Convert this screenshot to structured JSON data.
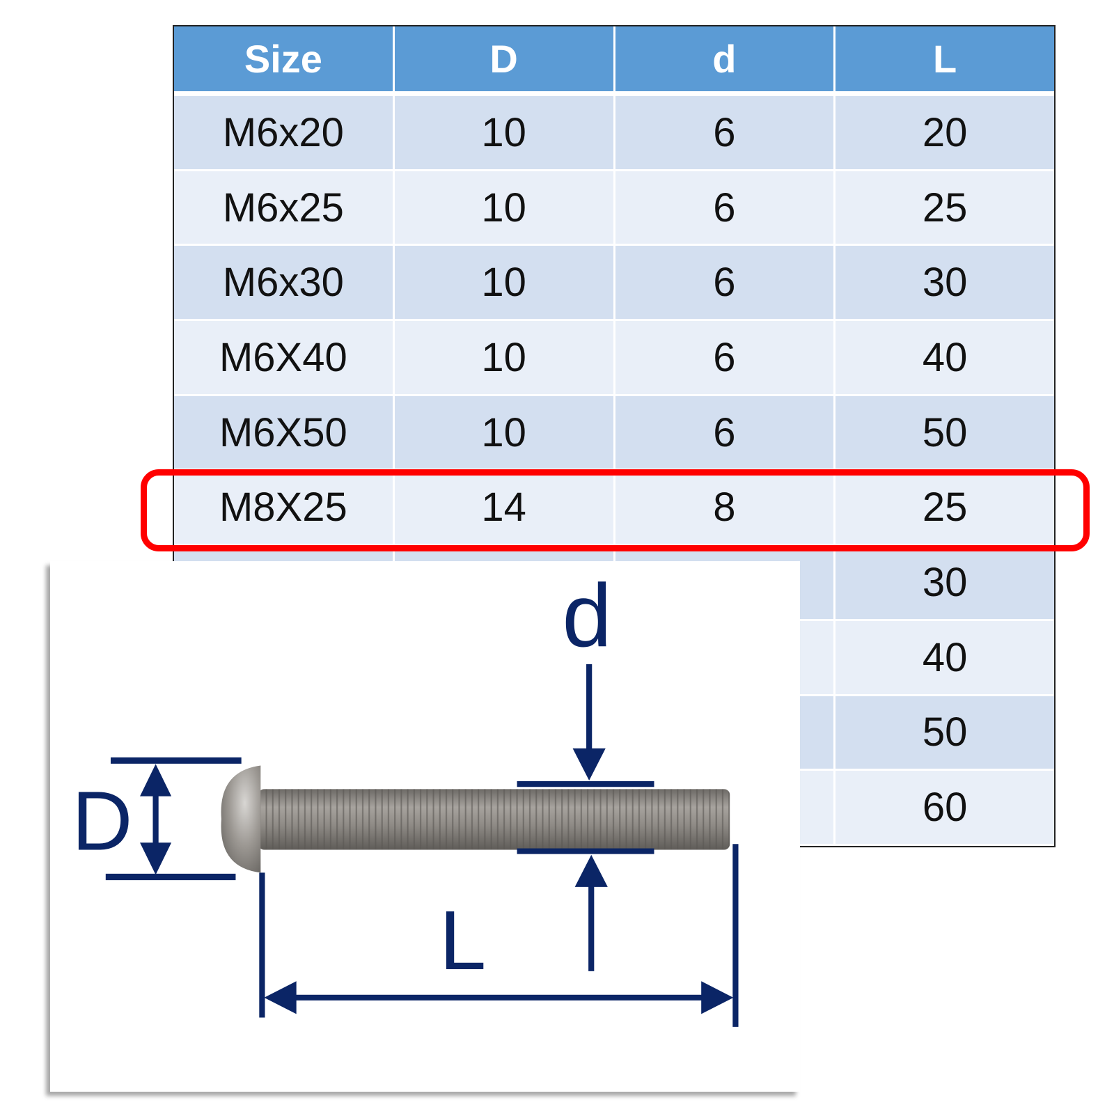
{
  "table": {
    "headers": [
      "Size",
      "D",
      "d",
      "L"
    ],
    "rows": [
      [
        "M6x20",
        "10",
        "6",
        "20"
      ],
      [
        "M6x25",
        "10",
        "6",
        "25"
      ],
      [
        "M6x30",
        "10",
        "6",
        "30"
      ],
      [
        "M6X40",
        "10",
        "6",
        "40"
      ],
      [
        "M6X50",
        "10",
        "6",
        "50"
      ],
      [
        "M8X25",
        "14",
        "8",
        "25"
      ],
      [
        "",
        "",
        "",
        "30"
      ],
      [
        "",
        "",
        "",
        "40"
      ],
      [
        "",
        "",
        "",
        "50"
      ],
      [
        "",
        "",
        "",
        "60"
      ]
    ],
    "highlighted_row": "M8X25"
  },
  "diagram": {
    "label_head_diameter": "D",
    "label_thread_diameter": "d",
    "label_length": "L"
  },
  "colors": {
    "header": "#5b9bd5",
    "row_odd": "#d3dff0",
    "row_even": "#e9eff8",
    "highlight": "#ff0000",
    "dimension": "#0b2566"
  }
}
